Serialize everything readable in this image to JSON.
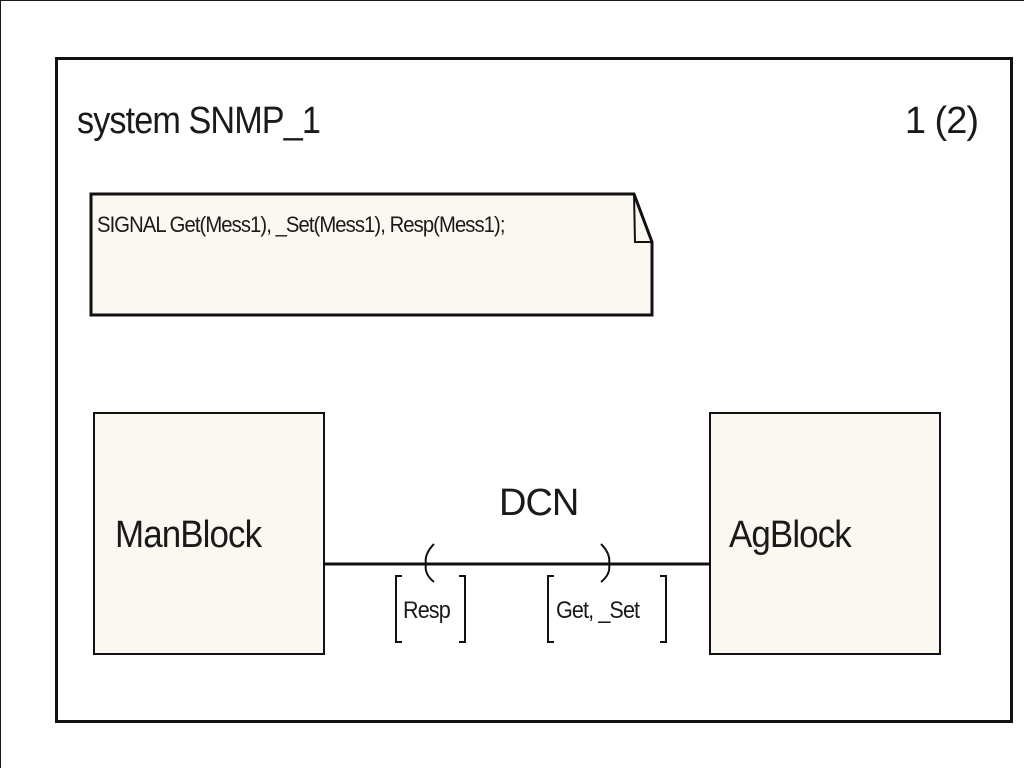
{
  "system": {
    "title": "system SNMP_1",
    "page_number": "1 (2)"
  },
  "text_note": {
    "content": "SIGNAL Get(Mess1), _Set(Mess1), Resp(Mess1);"
  },
  "blocks": [
    {
      "label": "ManBlock"
    },
    {
      "label": "AgBlock"
    }
  ],
  "channel": {
    "name": "DCN",
    "signal_lists": {
      "to_manblock": "Resp",
      "to_agblock": "Get, _Set"
    }
  },
  "colors": {
    "block_fill": "#fbf8f2",
    "stroke": "#111111"
  }
}
